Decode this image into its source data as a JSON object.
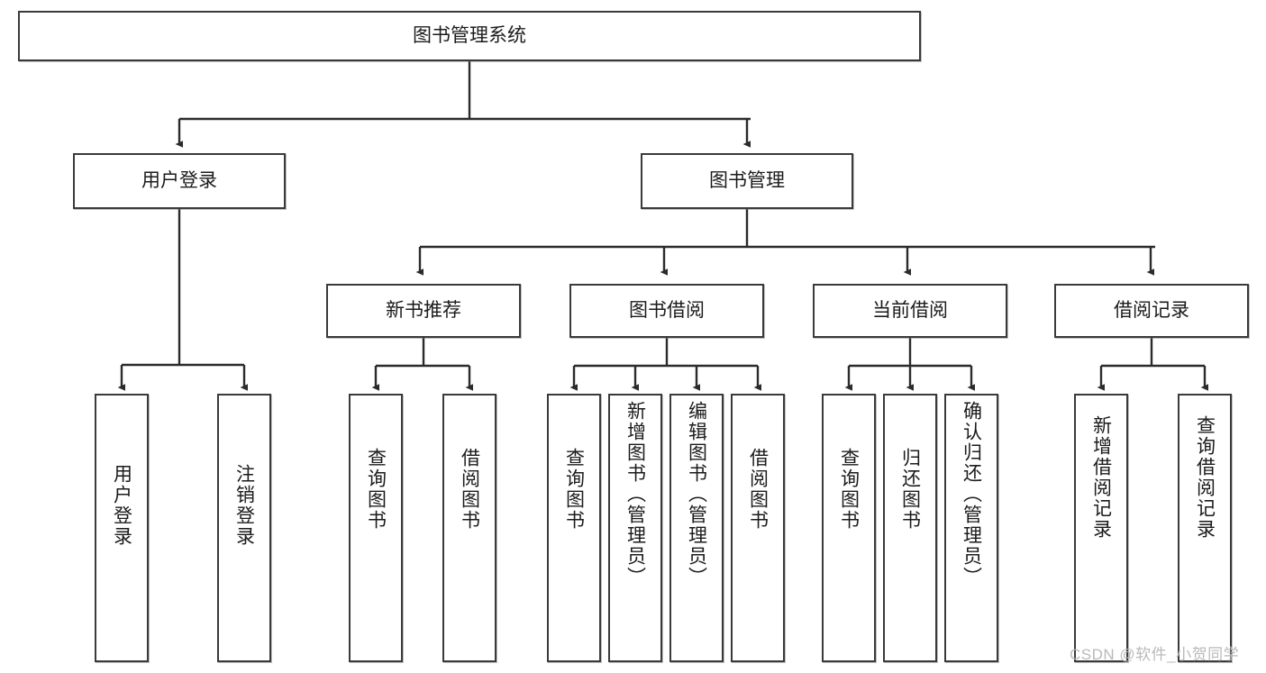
{
  "diagram": {
    "title": "图书管理系统",
    "type": "tree",
    "root": {
      "label": "图书管理系统"
    },
    "level2": [
      {
        "label": "用户登录"
      },
      {
        "label": "图书管理"
      }
    ],
    "level3": [
      {
        "label": "新书推荐"
      },
      {
        "label": "图书借阅"
      },
      {
        "label": "当前借阅"
      },
      {
        "label": "借阅记录"
      }
    ],
    "leaves": {
      "user_login": [
        {
          "label": "用户登录"
        },
        {
          "label": "注销登录"
        }
      ],
      "new_book_recommend": [
        {
          "label": "查询图书"
        },
        {
          "label": "借阅图书"
        }
      ],
      "book_borrow": [
        {
          "label": "查询图书"
        },
        {
          "label": "新增图书（管理员）"
        },
        {
          "label": "编辑图书（管理员）"
        },
        {
          "label": "借阅图书"
        }
      ],
      "current_borrow": [
        {
          "label": "查询图书"
        },
        {
          "label": "归还图书"
        },
        {
          "label": "确认归还（管理员）"
        }
      ],
      "borrow_record": [
        {
          "label": "新增借阅记录"
        },
        {
          "label": "查询借阅记录"
        }
      ]
    }
  },
  "watermark": {
    "text": "CSDN @软件_小贺同学"
  },
  "colors": {
    "box_border": "#3a3a3a",
    "box_fill": "#ffffff",
    "edge": "#2b2b2b",
    "text": "#1b1b1b",
    "watermark": "#b9b9b9"
  }
}
